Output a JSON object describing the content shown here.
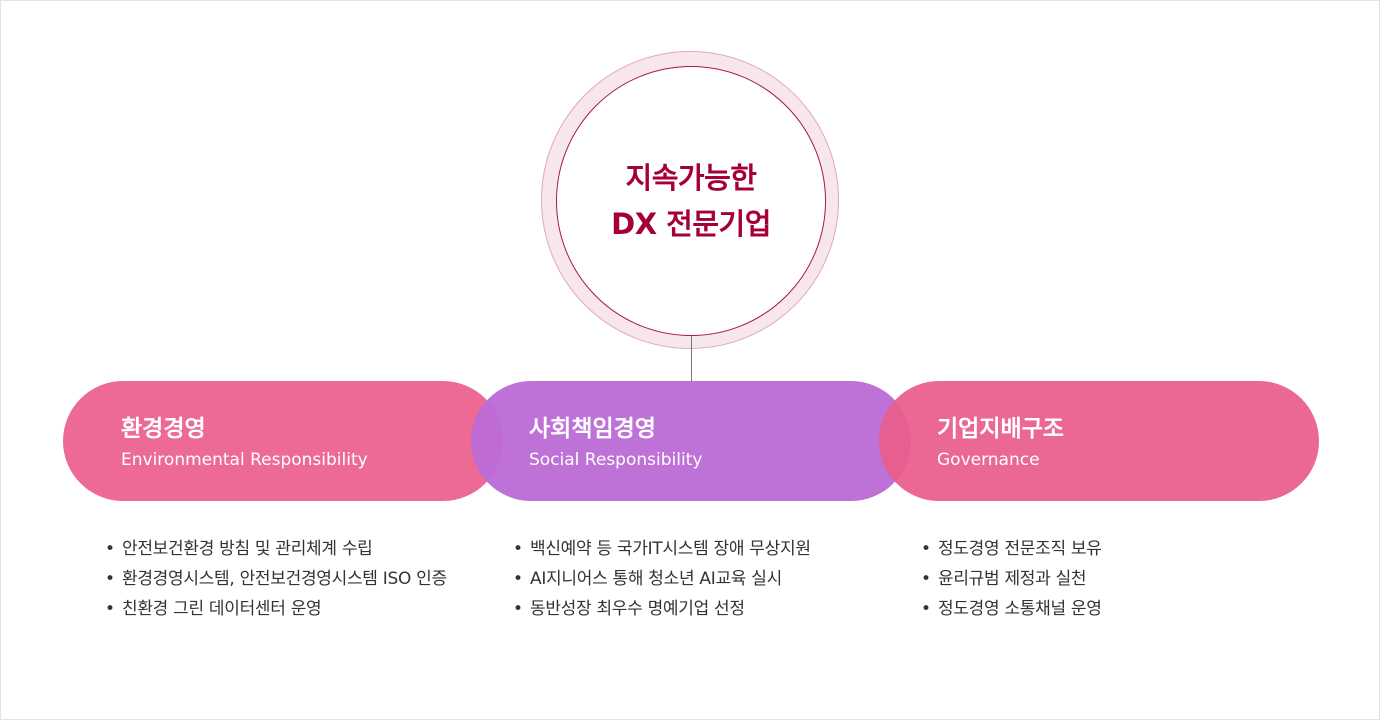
{
  "center": {
    "line1": "지속가능한",
    "line2": "DX 전문기업"
  },
  "pillars": [
    {
      "title": "환경경영",
      "subtitle": "Environmental Responsibility",
      "items": [
        "안전보건환경 방침 및 관리체계 수립",
        "환경경영시스템, 안전보건경영시스템 ISO 인증",
        "친환경 그린 데이터센터 운영"
      ]
    },
    {
      "title": "사회책임경영",
      "subtitle": "Social Responsibility",
      "items": [
        "백신예약 등 국가IT시스템 장애 무상지원",
        "AI지니어스 통해 청소년 AI교육 실시",
        "동반성장 최우수 명예기업 선정"
      ]
    },
    {
      "title": "기업지배구조",
      "subtitle": "Governance",
      "items": [
        "정도경영 전문조직 보유",
        "윤리규범 제정과 실천",
        "정도경영 소통채널 운영"
      ]
    }
  ],
  "colors": {
    "brand": "#a50034",
    "environmental": "#ec6a93",
    "social": "#bc6cd6",
    "governance": "#ea5c8c"
  }
}
